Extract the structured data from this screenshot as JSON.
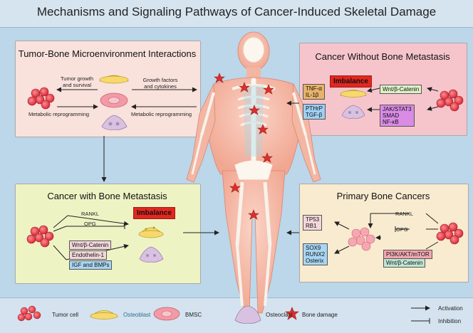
{
  "title": "Mechanisms and Signaling Pathways of Cancer-Induced Skeletal Damage",
  "panels": {
    "tbm": {
      "title": "Tumor-Bone Microenvironment Interactions",
      "tumor_growth": "Tumor growth\nand survival",
      "growth_factors": "Growth factors\nand cytokines",
      "metab_left": "Metabolic reprogramming",
      "metab_right": "Metabolic reprogramming"
    },
    "cwbm": {
      "title": "Cancer Without Bone Metastasis",
      "imbalance": "Imbalance",
      "tnf": "TNF-α",
      "il1b": "IL-1β",
      "pthrp": "PTHrP",
      "tgfb": "TGF-β",
      "wnt": "Wnt/β-Catenin",
      "jak": "JAK/STAT3",
      "smad": "SMAD",
      "nfkb": "NF-κB"
    },
    "cbm": {
      "title": "Cancer with Bone Metastasis",
      "rankl": "RANKL",
      "opg": "OPG",
      "imbalance": "Imbalance",
      "wnt": "Wnt/β-Catenin",
      "endothelin": "Endothelin-1",
      "igf": "IGF and BMPs"
    },
    "pbc": {
      "title": "Primary Bone Cancers",
      "rankl": "RANKL",
      "opg": "OPG",
      "tp53": "TP53",
      "rb1": "RB1",
      "sox9": "SOX9",
      "runx2": "RUNX2",
      "osterix": "Osterix",
      "pi3k": "PI3K/AKT/mTOR",
      "wnt": "Wnt/β-Catenin"
    }
  },
  "legend": {
    "tumor_cell": "Tumor cell",
    "osteoblast": "Osteoblast",
    "bmsc": "BMSC",
    "osteoclast": "Osteoclast",
    "bone_damage": "Bone damage",
    "activation": "Activation",
    "inhibition": "Inhibition"
  },
  "colors": {
    "background": "#bcd6ea",
    "panel_tbm": "#f9e1dc",
    "panel_cwbm": "#f6c5cc",
    "panel_cbm": "#eef3c4",
    "panel_pbc": "#f8ebcf",
    "tumor_cell": "#e8434e",
    "osteoblast": "#f6d96a",
    "bmsc": "#f29aa6",
    "osteoclast": "#d9c1e2",
    "bone_damage": "#d9302f",
    "imbalance": "#e2271f"
  }
}
